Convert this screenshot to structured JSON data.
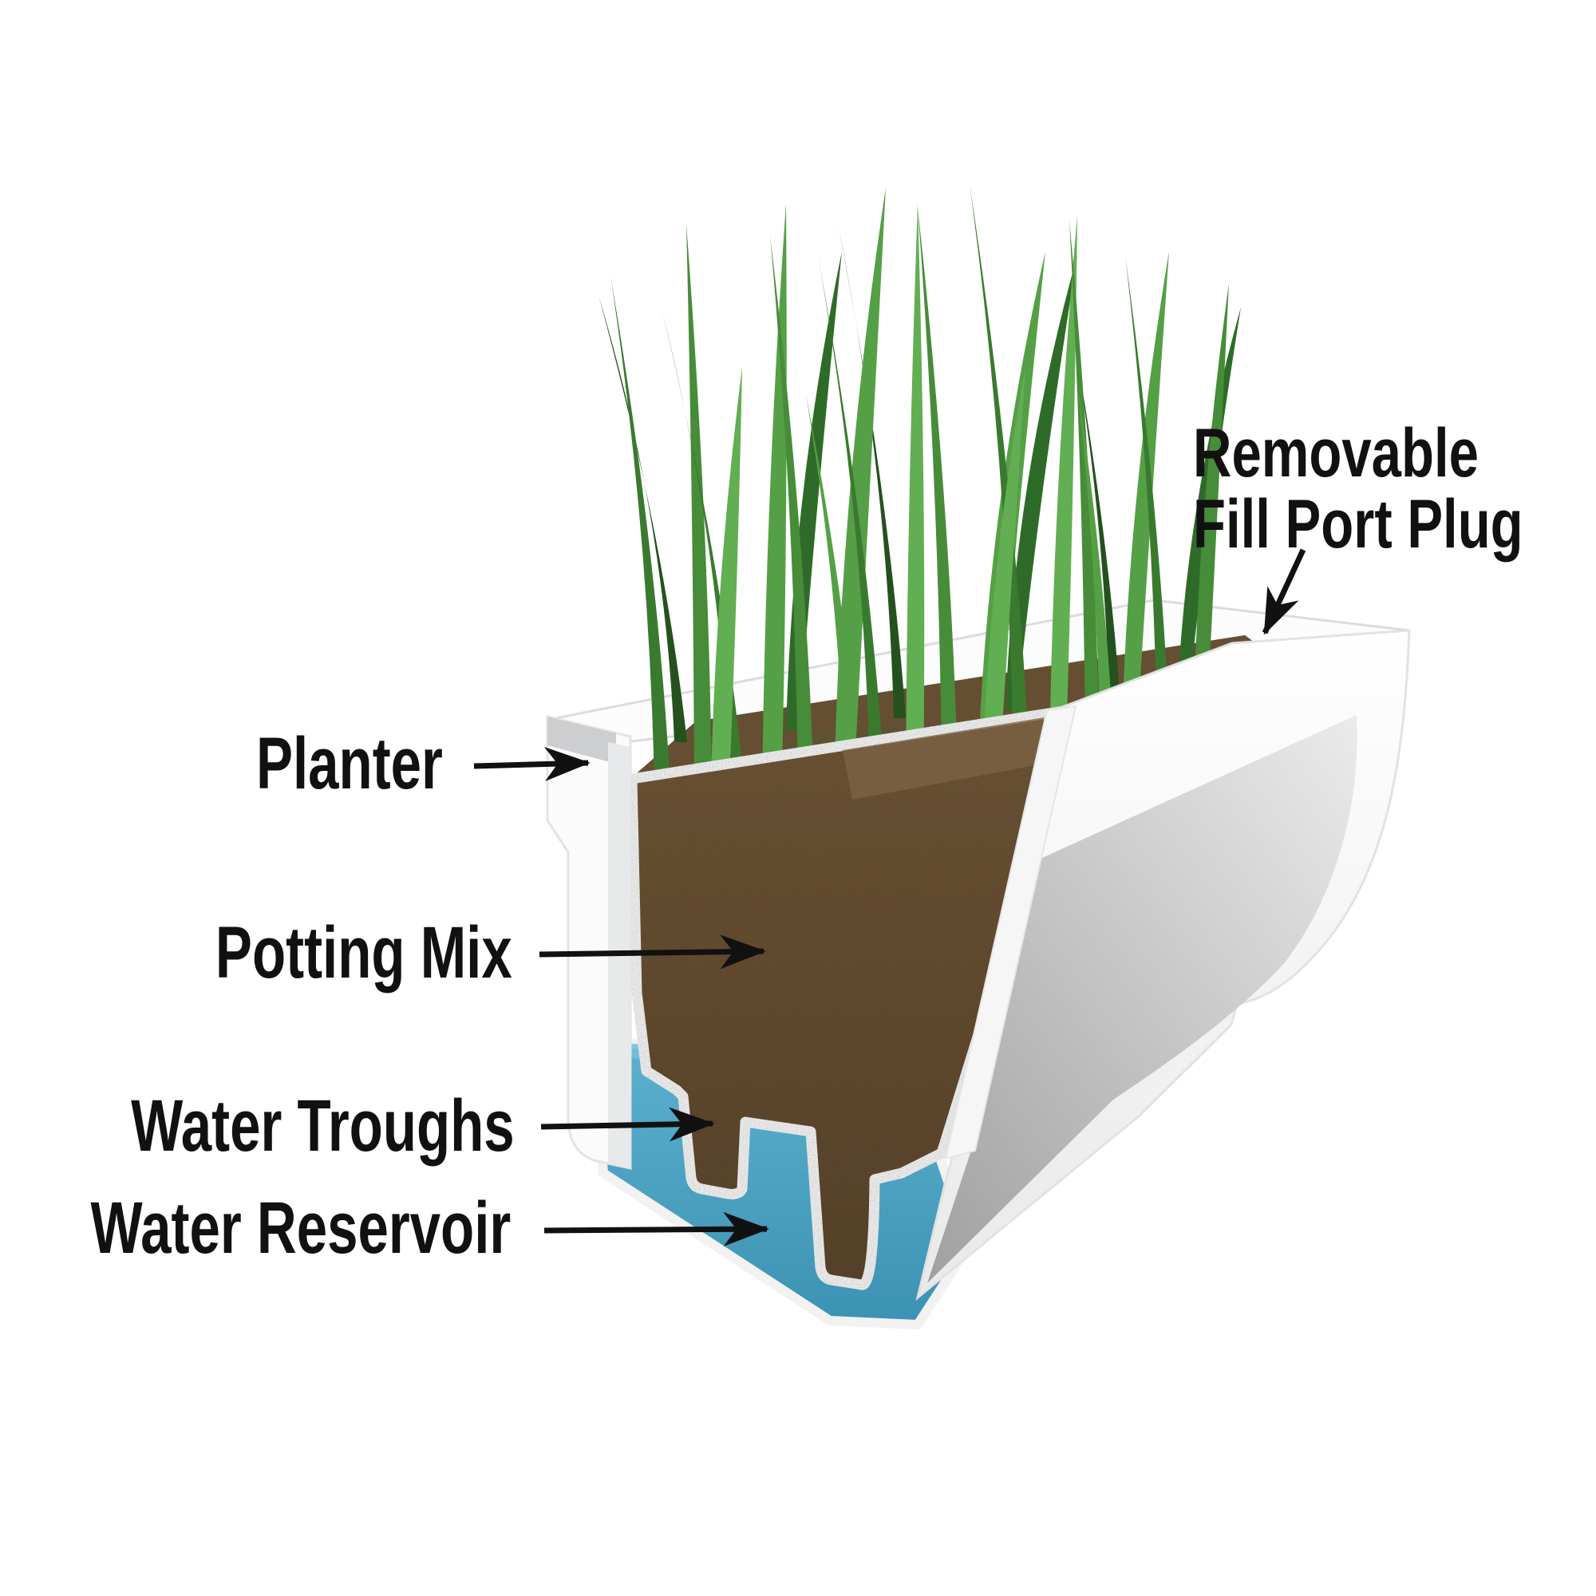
{
  "page": {
    "background": "#ffffff",
    "description": "Self-watering planter cutaway diagram"
  },
  "labels": {
    "fill_port": {
      "line1": "Removable",
      "line2": "Fill Port Plug"
    },
    "planter": "Planter",
    "potting_mix": "Potting Mix",
    "water_troughs": "Water Troughs",
    "water_reservoir": "Water Reservoir"
  },
  "colors": {
    "text": "#111111",
    "arrow": "#111111",
    "background": "#ffffff",
    "water": "#4aa3c4",
    "water_light": "#6fc0da",
    "water_deep": "#3c92b2",
    "soil": "#6b5338",
    "soil_dark": "#5a452e",
    "soil_light": "#7c6245",
    "soil_top": "#6d5539",
    "liner": "#f4f4f4",
    "wall": "#fbfbfb",
    "wall_shade": "#cdced0",
    "panel_dark": "#9fa0a1",
    "panel_light": "#ebebeb",
    "grass": [
      "#24511d",
      "#2f6b28",
      "#3a7a2f",
      "#478c39",
      "#55a046",
      "#62ae52"
    ]
  }
}
